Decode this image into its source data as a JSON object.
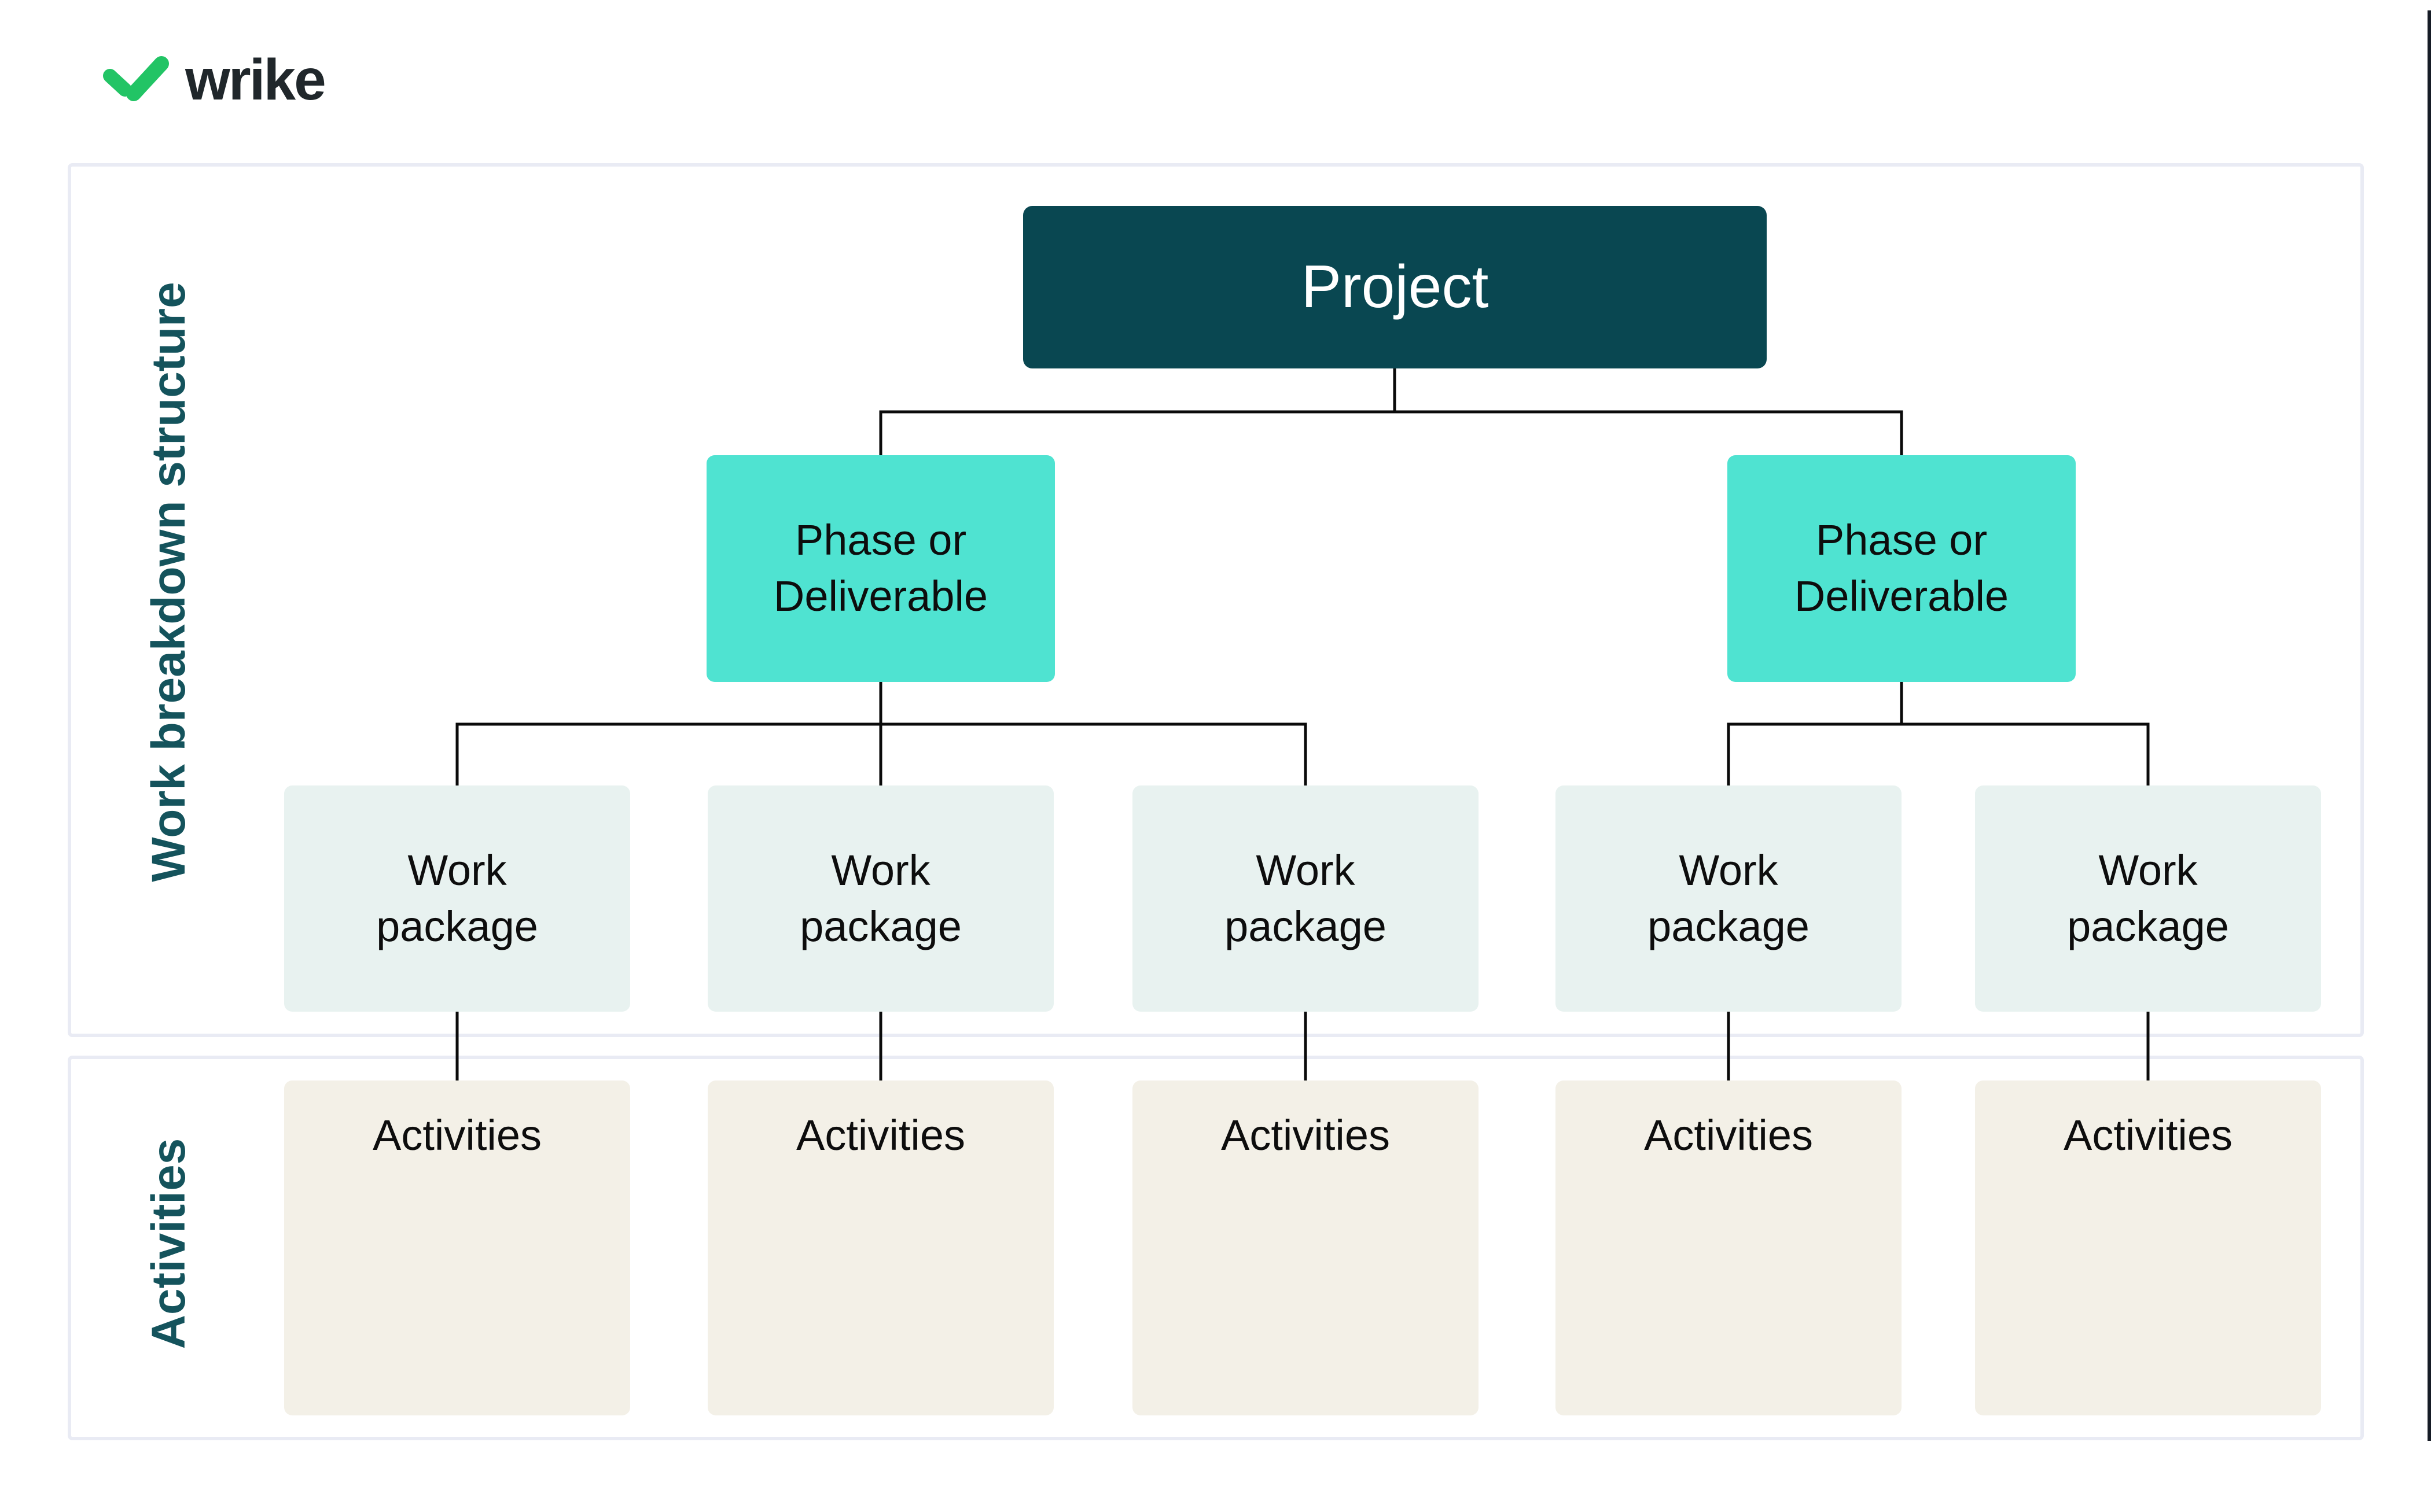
{
  "logo": {
    "brand": "wrike",
    "icon": "wrike-double-check-icon"
  },
  "colors": {
    "page_background": "#ffffff",
    "panel_border": "#e9ebf4",
    "project_box": "#094751",
    "phase_box": "#4fe3d1",
    "work_package_box": "#e8f2f0",
    "activities_box": "#f3f0e7",
    "side_label_text": "#14535c",
    "connector_line": "#0a0a0a",
    "logo_green": "#22c465",
    "logo_text": "#20272b",
    "project_text": "#ffffff",
    "box_text": "#0d0d0d"
  },
  "wbs": {
    "side_label": "Work breakdown structure",
    "project": {
      "label": "Project"
    },
    "phases": [
      {
        "label": "Phase or Deliverable"
      },
      {
        "label": "Phase or Deliverable"
      }
    ],
    "work_packages": [
      {
        "label": "Work package"
      },
      {
        "label": "Work package"
      },
      {
        "label": "Work package"
      },
      {
        "label": "Work package"
      },
      {
        "label": "Work package"
      }
    ]
  },
  "activities": {
    "side_label": "Activities",
    "boxes": [
      {
        "label": "Activities"
      },
      {
        "label": "Activities"
      },
      {
        "label": "Activities"
      },
      {
        "label": "Activities"
      },
      {
        "label": "Activities"
      }
    ]
  }
}
